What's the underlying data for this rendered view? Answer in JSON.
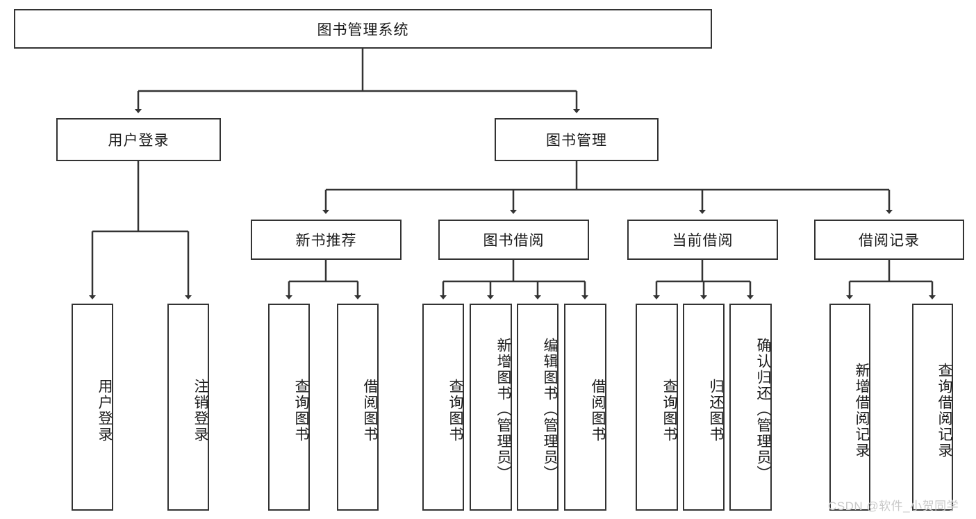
{
  "diagram": {
    "type": "hierarchy-tree",
    "title": "图书管理系统",
    "root": {
      "label": "图书管理系统",
      "level": 1
    },
    "level2": [
      {
        "label": "用户登录"
      },
      {
        "label": "图书管理"
      }
    ],
    "level3": [
      {
        "label": "新书推荐"
      },
      {
        "label": "图书借阅"
      },
      {
        "label": "当前借阅"
      },
      {
        "label": "借阅记录"
      }
    ],
    "leaves": {
      "user_login": [
        {
          "label": "用户登录"
        },
        {
          "label": "注销登录"
        }
      ],
      "new_book_recommend": [
        {
          "label": "查询图书"
        },
        {
          "label": "借阅图书"
        }
      ],
      "book_borrow": [
        {
          "label": "查询图书"
        },
        {
          "label": "新增图书（管理员）"
        },
        {
          "label": "编辑图书（管理员）"
        },
        {
          "label": "借阅图书"
        }
      ],
      "current_borrow": [
        {
          "label": "查询图书"
        },
        {
          "label": "归还图书"
        },
        {
          "label": "确认归还（管理员）"
        }
      ],
      "borrow_record": [
        {
          "label": "新增借阅记录"
        },
        {
          "label": "查询借阅记录"
        }
      ]
    }
  },
  "watermark": {
    "text": "CSDN @软件_小贺同学"
  },
  "colors": {
    "border": "#333333",
    "text": "#1a1a1a",
    "background": "#ffffff",
    "watermark": "#c9c9c9"
  }
}
